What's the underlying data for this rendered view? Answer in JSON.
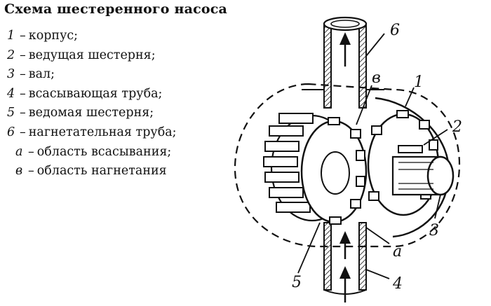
{
  "title": "Схема шестеренного насоса",
  "legend": [
    {
      "key": "1",
      "text": "корпус;"
    },
    {
      "key": "2",
      "text": "ведущая   шестерня;"
    },
    {
      "key": "3",
      "text": "вал;"
    },
    {
      "key": "4",
      "text": "всасывающая труба;"
    },
    {
      "key": "5",
      "text": "ведомая  шестерня;"
    },
    {
      "key": "6",
      "text": "нагнетательная  труба;"
    },
    {
      "key": "а",
      "text": "область всасывания;"
    },
    {
      "key": "в",
      "text": "область нагнетания"
    }
  ],
  "callouts": {
    "c1": "1",
    "c2": "2",
    "c3": "3",
    "c4": "4",
    "c5": "5",
    "c6": "6",
    "ca": "а",
    "cv": "в"
  }
}
